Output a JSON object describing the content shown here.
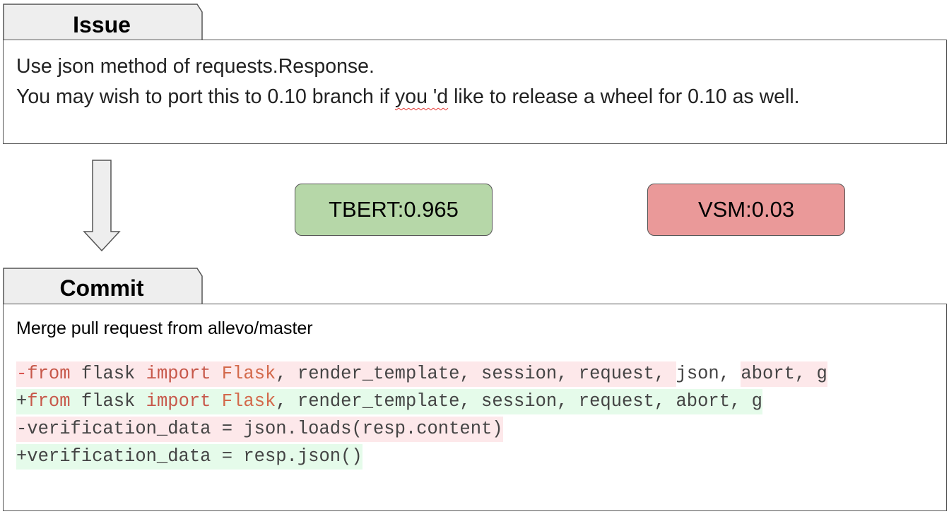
{
  "issue": {
    "tab_label": "Issue",
    "line1": "Use json method of requests.Response.",
    "line2_before": "You may wish to port this to 0.10 branch if ",
    "line2_squiggle": "you 'd",
    "line2_after": " like to release a wheel for 0.10 as well."
  },
  "scores": {
    "tbert": "TBERT:0.965",
    "vsm": "VSM:0.03"
  },
  "commit": {
    "tab_label": "Commit",
    "message": "Merge pull request from allevo/master",
    "diff": {
      "l1": {
        "a": "-",
        "b": "from",
        "c": " flask ",
        "d": "import",
        "e": " ",
        "f": "Flask",
        "g": ", render_template, session, request, ",
        "h": "json, ",
        "i": "abort, g"
      },
      "l2": {
        "a": "+",
        "b": "from",
        "c": " flask ",
        "d": "import",
        "e": " ",
        "f": "Flask",
        "g": ", render_template, session, request, abort, g"
      },
      "l3": "-verification_data = json.loads(resp.content)",
      "l4": "+verification_data = resp.json()"
    }
  },
  "colors": {
    "tbert_bg": "#b6d7a8",
    "vsm_bg": "#ea9999",
    "removed_line_bg": "#fde8ea",
    "added_line_bg": "#e5fbea",
    "keyword": "#d9534f"
  }
}
